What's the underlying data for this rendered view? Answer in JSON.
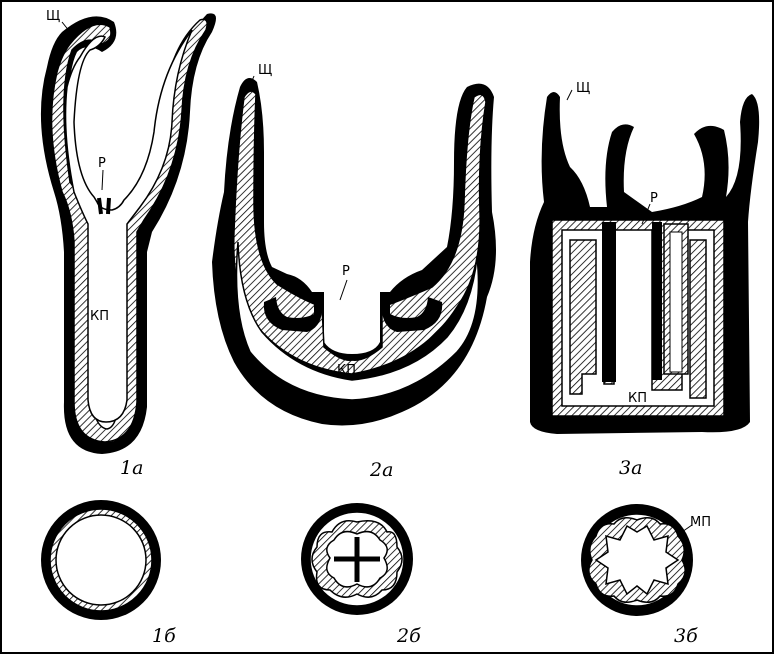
{
  "labels": {
    "sh": "Щ",
    "r": "Р",
    "kp": "КП",
    "mp": "МП"
  },
  "captions": {
    "c1a": "1а",
    "c2a": "2а",
    "c3a": "3а",
    "c1b": "1б",
    "c2b": "2б",
    "c3b": "3б"
  },
  "colors": {
    "ink": "#000000",
    "paper": "#ffffff"
  }
}
